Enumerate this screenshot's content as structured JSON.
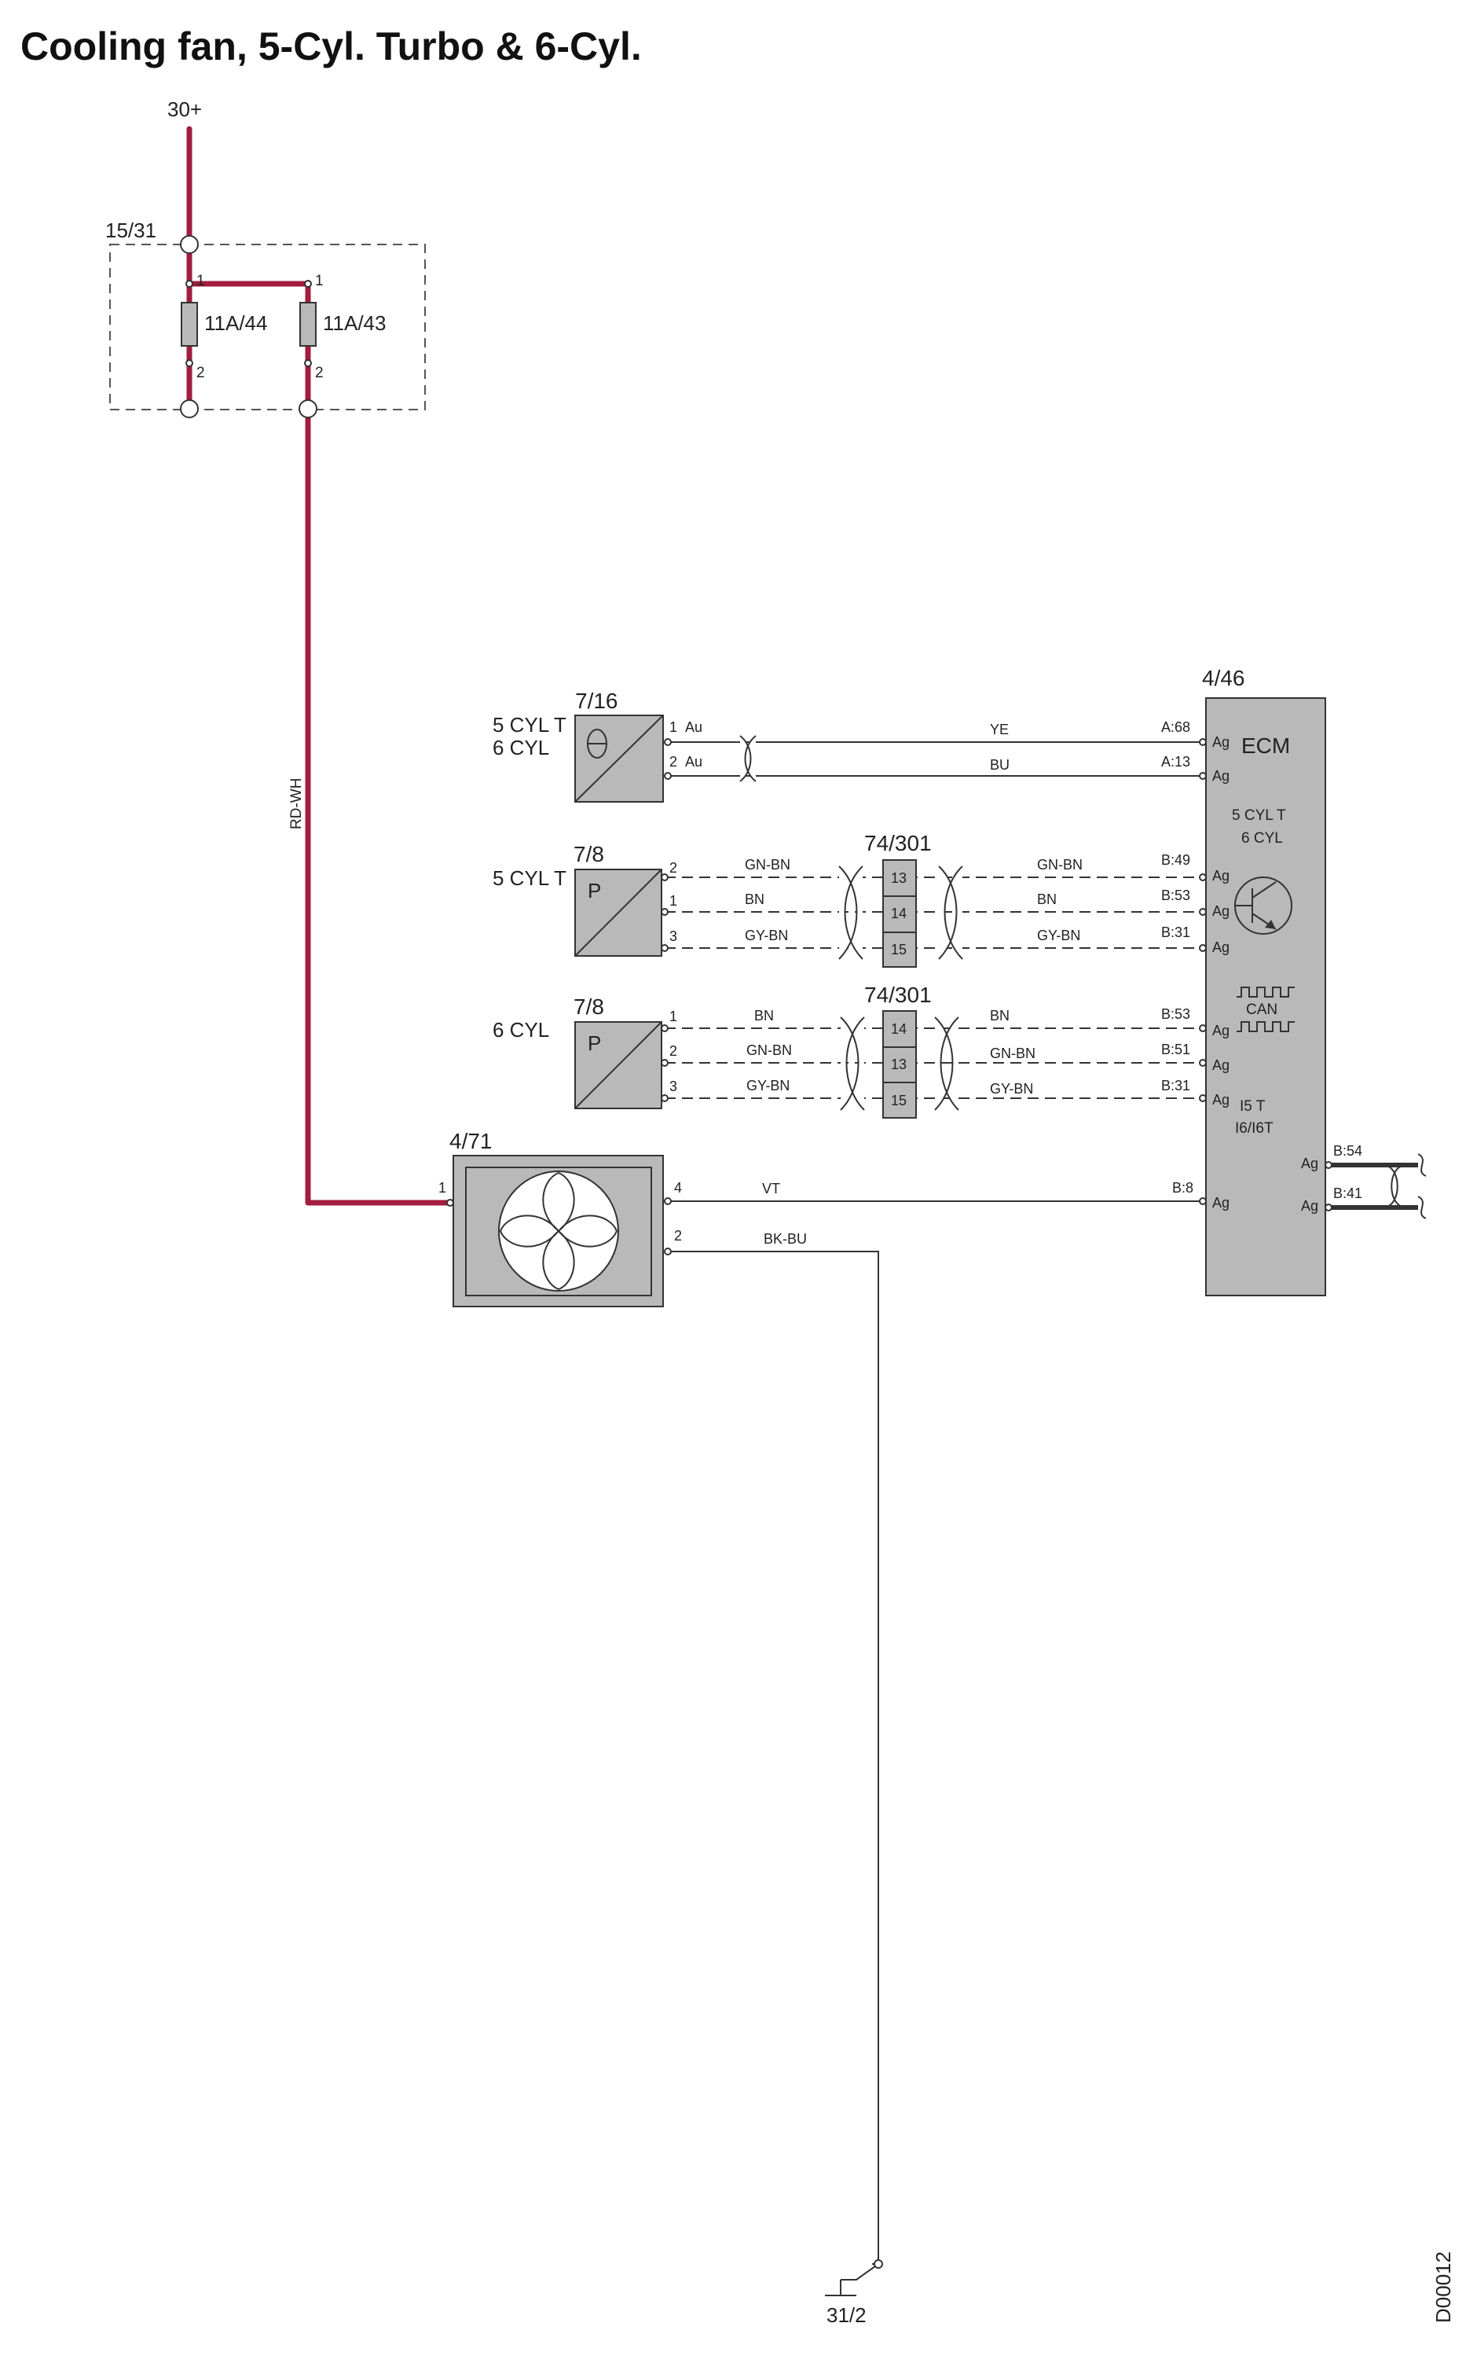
{
  "title": "Cooling fan, 5-Cyl. Turbo & 6-Cyl.",
  "diagram_id": "D00012",
  "supply": {
    "label_30": "30+",
    "box_label": "15/31",
    "fuse1": "11A/44",
    "fuse2": "11A/43",
    "pin1": "1",
    "pin2": "2"
  },
  "supply_wire": "RD-WH",
  "ground": "31/2",
  "ecm": {
    "id": "4/46",
    "name": "ECM",
    "variant1": "5 CYL T",
    "variant2": "6 CYL",
    "can": "CAN",
    "variant3": "I5 T",
    "variant4": "I6/I6T",
    "ag": "Ag",
    "pins": [
      "A:68",
      "A:13",
      "B:49",
      "B:53",
      "B:31",
      "B:53",
      "B:51",
      "B:31",
      "B:8",
      "B:54",
      "B:41"
    ]
  },
  "sensor716": {
    "id": "7/16",
    "variant1": "5 CYL T",
    "variant2": "6 CYL",
    "pins": [
      "1",
      "2"
    ],
    "pin_type": "Au",
    "wires": [
      "YE",
      "BU"
    ]
  },
  "sensor78a": {
    "id": "7/8",
    "variant": "5 CYL T",
    "letter": "P",
    "pins": [
      "2",
      "1",
      "3"
    ],
    "wires_left": [
      "GN-BN",
      "BN",
      "GY-BN"
    ],
    "connector": "74/301",
    "connector_pins": [
      "13",
      "14",
      "15"
    ],
    "wires_right": [
      "GN-BN",
      "BN",
      "GY-BN"
    ]
  },
  "sensor78b": {
    "id": "7/8",
    "variant": "6 CYL",
    "letter": "P",
    "pins": [
      "1",
      "2",
      "3"
    ],
    "wires_left": [
      "BN",
      "GN-BN",
      "GY-BN"
    ],
    "connector": "74/301",
    "connector_pins": [
      "14",
      "13",
      "15"
    ],
    "wires_right": [
      "BN",
      "GN-BN",
      "GY-BN"
    ]
  },
  "fan": {
    "id": "4/71",
    "pin_left": "1",
    "pin_top": "4",
    "pin_bottom": "2",
    "wire_top": "VT",
    "wire_bottom": "BK-BU"
  },
  "colors": {
    "supply_wire": "#a31d3d",
    "component_fill": "#b9b9b9",
    "line": "#333333"
  }
}
